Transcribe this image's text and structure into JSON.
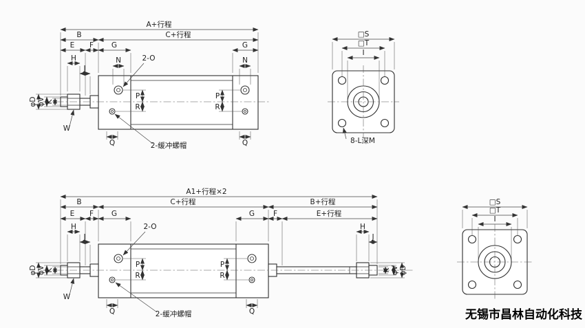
{
  "watermark": "无锡市昌林自动化科技",
  "colors": {
    "ink": "#2e2e2e",
    "background": "#fbfbfb"
  },
  "labels": {
    "stroke_a": "A+行程",
    "stroke_a1": "A1+行程×2",
    "b": "B",
    "stroke_c": "C+行程",
    "stroke_b": "B+行程",
    "e": "E",
    "stroke_e": "E+行程",
    "f": "F",
    "g": "G",
    "h": "H",
    "j": "J",
    "n": "N",
    "o_ports": "2-O",
    "p": "P",
    "q": "Q",
    "r": "R",
    "w": "W",
    "k": "K",
    "phi_d": "φD",
    "phi_v": "φV",
    "square_s": "□S",
    "square_t": "□T",
    "i": "I",
    "thread_note": "8-L深M",
    "cushion_note": "2-缓冲螺帽"
  }
}
